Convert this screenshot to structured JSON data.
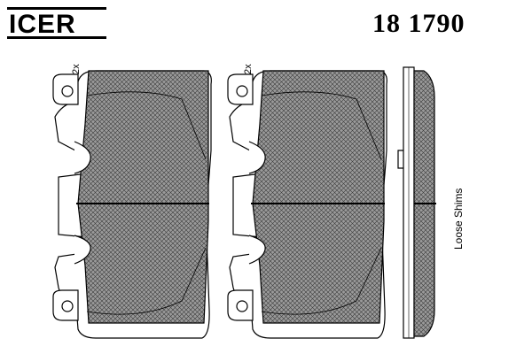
{
  "brand": {
    "logo_text": "ICER"
  },
  "part_number": "18 1790",
  "quantity_left": "2x",
  "quantity_right": "2x",
  "shims_note": "Loose Shims",
  "colors": {
    "ink": "#000000",
    "pad_fill": "#8c8c8c",
    "background": "#ffffff"
  }
}
